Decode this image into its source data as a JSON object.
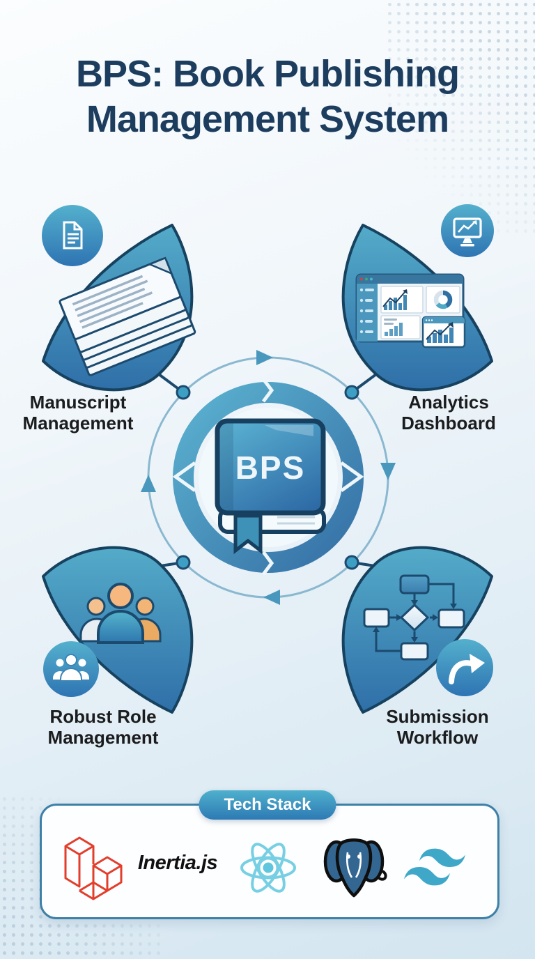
{
  "title": {
    "line1": "BPS: Book Publishing",
    "line2": "Management System"
  },
  "center": {
    "book_label": "BPS"
  },
  "features": [
    {
      "id": "manuscript-management",
      "line1": "Manuscript",
      "line2": "Management",
      "icon": "document-icon"
    },
    {
      "id": "analytics-dashboard",
      "line1": "Analytics",
      "line2": "Dashboard",
      "icon": "monitor-chart-icon"
    },
    {
      "id": "robust-role-management",
      "line1": "Robust Role",
      "line2": "Management",
      "icon": "users-icon"
    },
    {
      "id": "submission-workflow",
      "line1": "Submission",
      "line2": "Workflow",
      "icon": "share-arrow-icon"
    }
  ],
  "tech_stack": {
    "label": "Tech Stack",
    "items": [
      {
        "name": "Laravel",
        "display": "logo",
        "icon": "laravel-icon"
      },
      {
        "name": "Inertia.js",
        "display": "text"
      },
      {
        "name": "React",
        "display": "logo",
        "icon": "react-icon"
      },
      {
        "name": "PostgreSQL",
        "display": "logo",
        "icon": "postgresql-icon"
      },
      {
        "name": "Tailwind CSS",
        "display": "logo",
        "icon": "tailwind-icon"
      }
    ]
  },
  "colors": {
    "title_text": "#1d3d5f",
    "wedge_top": "#54abc9",
    "wedge_bottom": "#2f6fa8",
    "outline_navy": "#1c4a6e",
    "ring_light": "#5bb2d0",
    "ring_dark": "#356fa5",
    "laravel_red": "#e23e2b",
    "react_blue": "#77cfe4",
    "postgres_blue": "#336791",
    "tailwind_teal": "#3fa8c9",
    "background_top": "#fbfdfe",
    "background_bottom": "#d3e5f0"
  }
}
